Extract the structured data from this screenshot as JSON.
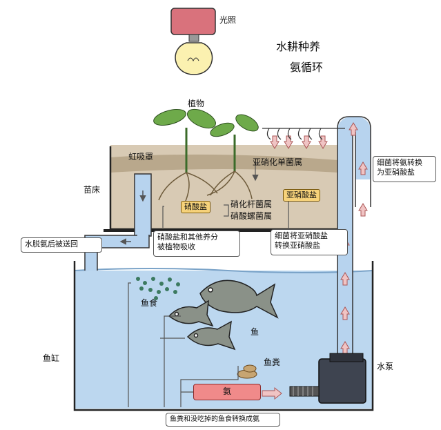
{
  "title": {
    "line1": "水耕种养",
    "line2": "氨循环"
  },
  "labels": {
    "light": "光照",
    "plants": "植物",
    "siphon": "虹吸罩",
    "grow_bed": "苗床",
    "fish_tank": "鱼缸",
    "pump": "水泵",
    "fish_food": "鱼食",
    "fish": "鱼",
    "fish_waste": "鱼粪",
    "ammonia": "氨",
    "nitrate": "硝酸盐",
    "nitrite": "亚硝酸盐",
    "nitrosomonas": "亚硝化单菌属",
    "nitrobacter": "硝化杆菌属",
    "nitrospira": "硝酸螺菌属"
  },
  "notes": {
    "return_water": "水脱氨后被送回",
    "absorb_l1": "硝酸盐和其他养分",
    "absorb_l2": "被植物吸收",
    "bacteria_nitrite_l1": "细菌将亚硝酸盐",
    "bacteria_nitrite_l2": "转换亚硝酸盐",
    "bacteria_ammonia_l1": "细菌将氨转换",
    "bacteria_ammonia_l2": "为亚硝酸盐",
    "waste_to_ammonia": "鱼粪和没吃掉的鱼食转换成氨"
  },
  "colors": {
    "water": "#bcd7ef",
    "pipe": "#b7d3ee",
    "soil": "#cdbfa9",
    "bulb_cap": "#d9727c",
    "ammonia_bar": "#f08a8a",
    "nitrate_tag": "#f6d27a",
    "arrow": "#e4a0a0",
    "pump": "#3e4450"
  }
}
